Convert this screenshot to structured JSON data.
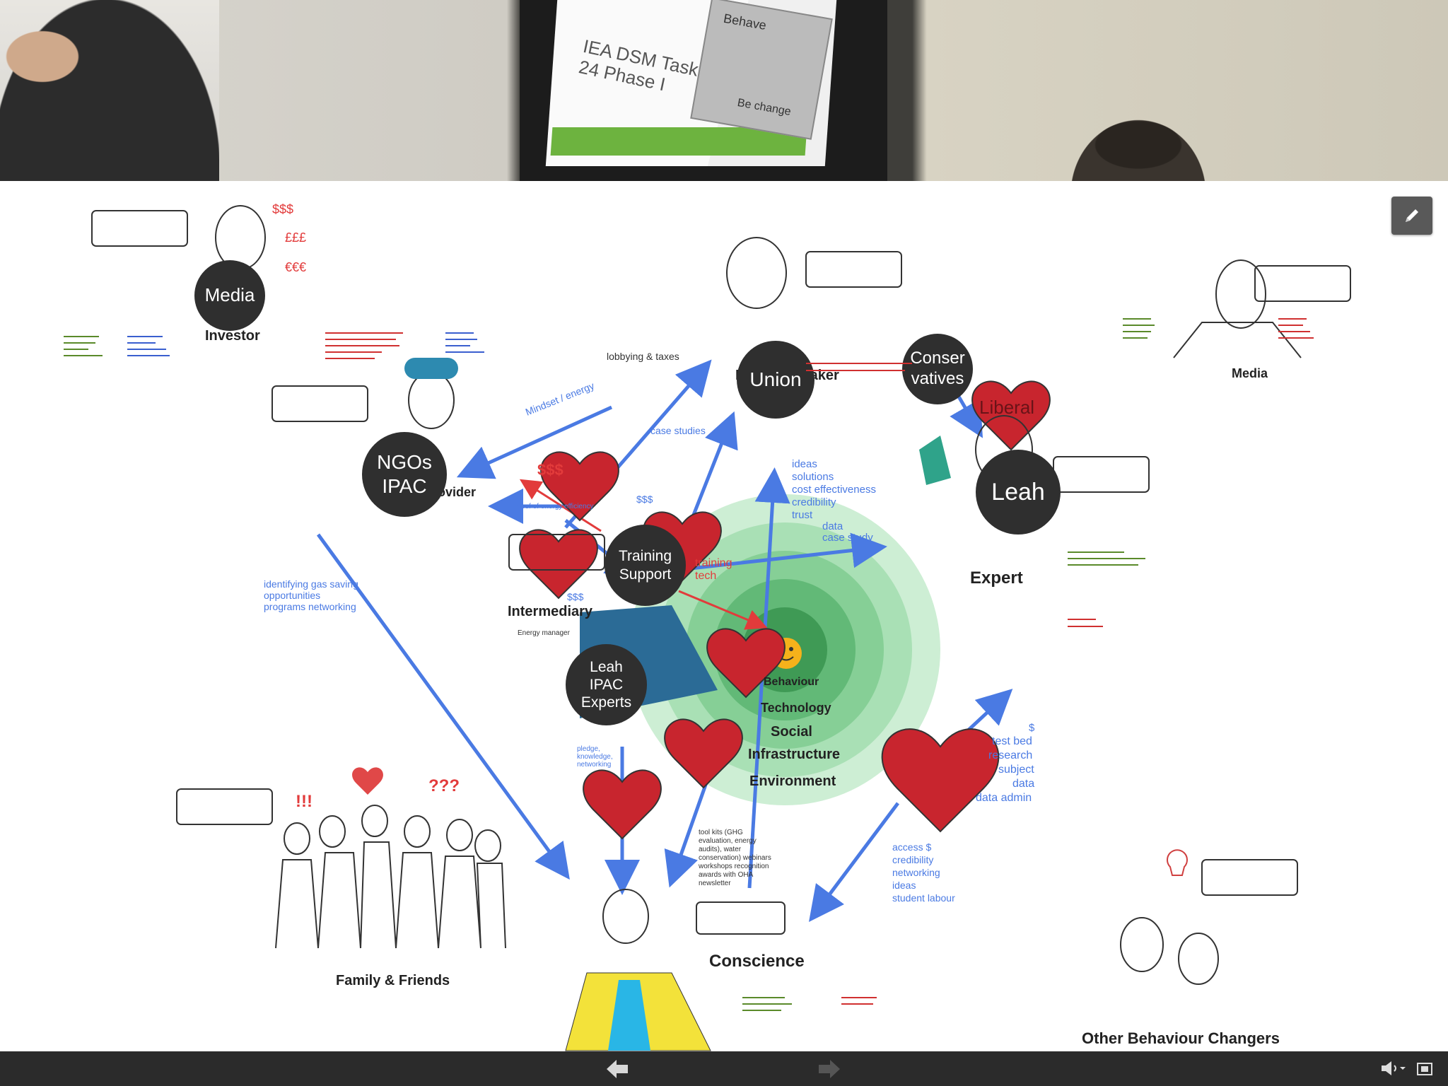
{
  "video_strip": {
    "slide_title": "IEA DSM Task 24 Phase I",
    "slide_logo_text": "Behave",
    "slide_logo_text2": "Be change"
  },
  "toolbar": {
    "edit_icon": "pencil-icon"
  },
  "bombs": [
    {
      "id": "media",
      "label": "Media"
    },
    {
      "id": "union",
      "label": "Union"
    },
    {
      "id": "conservatives",
      "label": "Conser vatives"
    },
    {
      "id": "ngos",
      "label": "NGOs IPAC"
    },
    {
      "id": "leah",
      "label": "Leah"
    },
    {
      "id": "training",
      "label": "Training Support"
    },
    {
      "id": "experts",
      "label": "Leah IPAC Experts"
    }
  ],
  "heart_labels": {
    "liberal": "Liberal"
  },
  "roles": {
    "investor": "Investor",
    "decision_maker": "Decision Maker",
    "media_right": "Media",
    "expert": "Expert",
    "intermediary": "Intermediary",
    "conscience": "Conscience",
    "family": "Family & Friends",
    "other_changers": "Other Behaviour Changers",
    "energy_manager": "Energy manager",
    "provider": "Provider"
  },
  "annotations": {
    "dollars_1": "$$$",
    "pounds": "£££",
    "euros": "€€€",
    "lobbying": "lobbying & taxes",
    "mindset": "Mindset / energy",
    "case_studies": "case studies",
    "ideas": "ideas",
    "solutions": "solutions",
    "cost_eff": "cost effectiveness",
    "credibility": "credibility",
    "trust": "trust",
    "data": "data",
    "case_study": "case study",
    "dollars_red": "$$$",
    "proof": "proof of energy efficiency",
    "dollars_small": "$$$",
    "dollars_small2": "$$$",
    "training_tech": "training tech",
    "identifying": "identifying gas saving opportunities programs networking",
    "pledge": "pledge, knowledge, networking",
    "exclaim": "!!!",
    "question": "???",
    "dollar_right": "$",
    "test_bed": "test bed",
    "research": "research",
    "subject": "subject",
    "data2": "data",
    "data_admin": "data admin",
    "access": "access $",
    "credibility2": "credibility",
    "networking": "networking",
    "ideas2": "ideas",
    "student_labour": "student labour",
    "tool_kits": "tool kits (GHG evaluation, energy audits), water conservation) webinars workshops recognition awards with OHA newsletter"
  },
  "circle_layers": [
    "Behaviour",
    "Technology",
    "Social",
    "Infrastructure",
    "Environment"
  ],
  "bottom_bar": {
    "prev_icon": "arrow-left-icon",
    "next_icon": "arrow-right-icon",
    "volume_icon": "volume-icon",
    "fullscreen_icon": "fullscreen-icon"
  }
}
